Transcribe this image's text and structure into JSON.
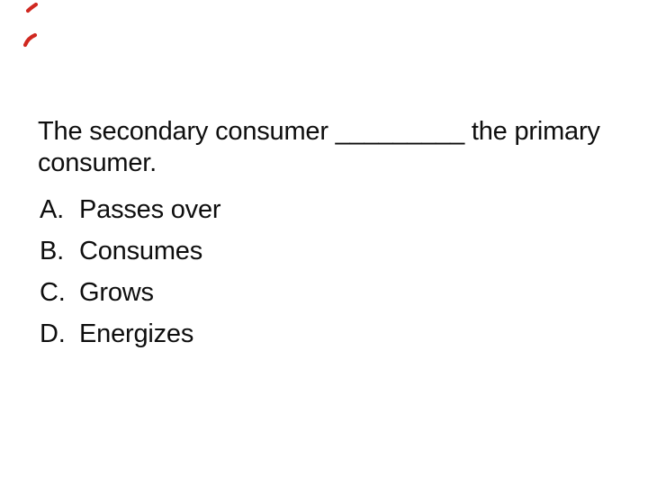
{
  "slide": {
    "question": {
      "line1": "The secondary consumer _________ the primary",
      "line2": "consumer."
    },
    "options": [
      {
        "letter": "A.",
        "label": "Passes over"
      },
      {
        "letter": "B.",
        "label": "Consumes"
      },
      {
        "letter": "C.",
        "label": "Grows"
      },
      {
        "letter": "D.",
        "label": "Energizes"
      }
    ],
    "colors": {
      "background": "#ffffff",
      "text": "#0e0e0e",
      "red_mark": "#d02820"
    }
  }
}
